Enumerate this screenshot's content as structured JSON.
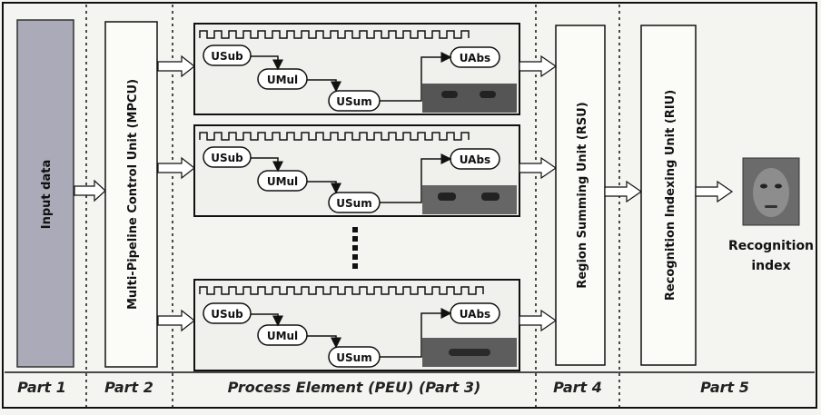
{
  "part1": {
    "label": "Input data"
  },
  "part2": {
    "label": "Multi-Pipeline Control Unit (MPCU)"
  },
  "part4": {
    "label": "Region Summing Unit (RSU)"
  },
  "part5": {
    "label": "Recognition Indexing Unit (RIU)"
  },
  "peu": {
    "usub": "USub",
    "umul": "UMul",
    "usum": "USum",
    "uabs": "UAbs"
  },
  "output": {
    "line1": "Recognition",
    "line2": "index"
  },
  "parts": [
    "Part 1",
    "Part 2",
    "Process Element (PEU) (Part 3)",
    "Part 4",
    "Part 5"
  ],
  "colors": {
    "input_fill": "#aaaab8",
    "line": "#111111",
    "background": "#f4f4f0"
  }
}
